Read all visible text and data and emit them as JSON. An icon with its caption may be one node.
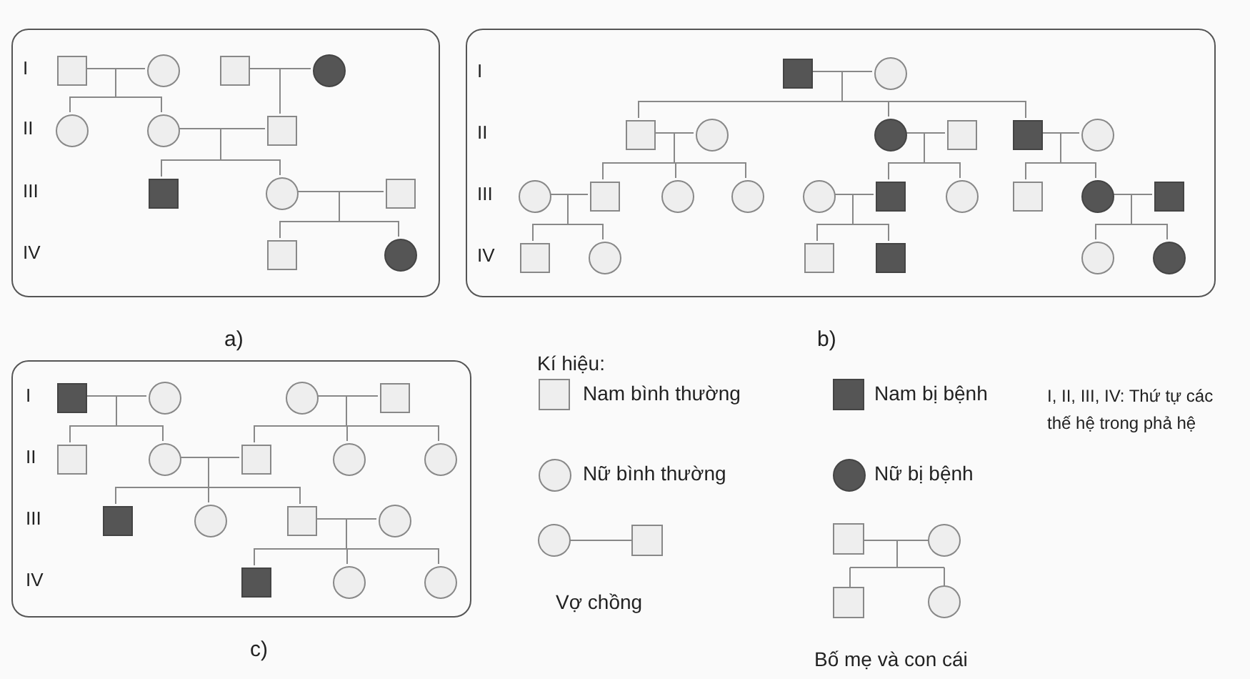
{
  "diagram": {
    "nodes": [
      {
        "text": [
          "I",
          "II",
          "III",
          "IV"
        ],
        "beside": [
          "a)"
        ]
      },
      {
        "text": [],
        "shape": "box",
        "in": 0
      },
      {
        "text": [],
        "shape": "circle",
        "in": 0
      },
      {
        "text": [],
        "shape": "box",
        "in": 0
      },
      {
        "text": [],
        "shape": "circle",
        "in": 0
      },
      {
        "text": [],
        "shape": "circle",
        "in": 0
      },
      {
        "text": [],
        "shape": "circle",
        "in": 0
      },
      {
        "text": [],
        "shape": "box",
        "in": 0
      },
      {
        "text": [],
        "shape": "box",
        "in": 0
      },
      {
        "text": [],
        "shape": "circle",
        "in": 0
      },
      {
        "text": [],
        "shape": "box",
        "in": 0
      },
      {
        "text": [],
        "shape": "box",
        "in": 0
      },
      {
        "text": [],
        "shape": "circle",
        "in": 0
      },
      {
        "text": [
          "I",
          "II",
          "III",
          "IV"
        ],
        "beside": [
          "b)"
        ]
      },
      {
        "text": [],
        "shape": "box",
        "in": 13
      },
      {
        "text": [],
        "shape": "circle",
        "in": 13
      },
      {
        "text": [],
        "shape": "box",
        "in": 13
      },
      {
        "text": [],
        "shape": "circle",
        "in": 13
      },
      {
        "text": [],
        "shape": "circle",
        "in": 13
      },
      {
        "text": [],
        "shape": "box",
        "in": 13
      },
      {
        "text": [],
        "shape": "box",
        "in": 13
      },
      {
        "text": [],
        "shape": "circle",
        "in": 13
      },
      {
        "text": [],
        "shape": "circle",
        "in": 13
      },
      {
        "text": [],
        "shape": "box",
        "in": 13
      },
      {
        "text": [],
        "shape": "circle",
        "in": 13
      },
      {
        "text": [],
        "shape": "circle",
        "in": 13
      },
      {
        "text": [],
        "shape": "circle",
        "in": 13
      },
      {
        "text": [],
        "shape": "box",
        "in": 13
      },
      {
        "text": [],
        "shape": "circle",
        "in": 13
      },
      {
        "text": [],
        "shape": "box",
        "in": 13
      },
      {
        "text": [],
        "shape": "circle",
        "in": 13
      },
      {
        "text": [],
        "shape": "box",
        "in": 13
      },
      {
        "text": [],
        "shape": "box",
        "in": 13
      },
      {
        "text": [],
        "shape": "circle",
        "in": 13
      },
      {
        "text": [],
        "shape": "box",
        "in": 13
      },
      {
        "text": [],
        "shape": "box",
        "in": 13
      },
      {
        "text": [],
        "shape": "circle",
        "in": 13
      },
      {
        "text": [],
        "shape": "circle",
        "in": 13
      },
      {
        "text": [
          "I",
          "II",
          "III",
          "IV"
        ],
        "beside": [
          "c)"
        ]
      },
      {
        "text": [],
        "shape": "box",
        "in": 38
      },
      {
        "text": [],
        "shape": "circle",
        "in": 38
      },
      {
        "text": [],
        "shape": "circle",
        "in": 38
      },
      {
        "text": [],
        "shape": "box",
        "in": 38
      },
      {
        "text": [],
        "shape": "box",
        "in": 38
      },
      {
        "text": [],
        "shape": "circle",
        "in": 38
      },
      {
        "text": [],
        "shape": "box",
        "in": 38
      },
      {
        "text": [],
        "shape": "circle",
        "in": 38
      },
      {
        "text": [],
        "shape": "circle",
        "in": 38
      },
      {
        "text": [],
        "shape": "box",
        "in": 38
      },
      {
        "text": [],
        "shape": "circle",
        "in": 38
      },
      {
        "text": [],
        "shape": "box",
        "in": 38
      },
      {
        "text": [],
        "shape": "circle",
        "in": 38
      },
      {
        "text": [],
        "shape": "box",
        "in": 38
      },
      {
        "text": [],
        "shape": "circle",
        "in": 38
      },
      {
        "text": [],
        "shape": "circle",
        "in": 38
      }
    ],
    "edges": [
      {
        "from": 1,
        "to": 2,
        "arrow": "none"
      },
      {
        "from": 3,
        "to": 4,
        "arrow": "none"
      },
      {
        "from": 1,
        "to": 5,
        "arrow": "none"
      },
      {
        "from": 2,
        "to": 5,
        "arrow": "none"
      },
      {
        "from": 1,
        "to": 6,
        "arrow": "none"
      },
      {
        "from": 2,
        "to": 6,
        "arrow": "none"
      },
      {
        "from": 3,
        "to": 7,
        "arrow": "none"
      },
      {
        "from": 4,
        "to": 7,
        "arrow": "none"
      },
      {
        "from": 6,
        "to": 7,
        "arrow": "none"
      },
      {
        "from": 6,
        "to": 8,
        "arrow": "none"
      },
      {
        "from": 7,
        "to": 8,
        "arrow": "none"
      },
      {
        "from": 6,
        "to": 9,
        "arrow": "none"
      },
      {
        "from": 7,
        "to": 9,
        "arrow": "none"
      },
      {
        "from": 9,
        "to": 10,
        "arrow": "none"
      },
      {
        "from": 9,
        "to": 11,
        "arrow": "none"
      },
      {
        "from": 10,
        "to": 11,
        "arrow": "none"
      },
      {
        "from": 9,
        "to": 12,
        "arrow": "none"
      },
      {
        "from": 10,
        "to": 12,
        "arrow": "none"
      },
      {
        "from": 14,
        "to": 15,
        "arrow": "none"
      },
      {
        "from": 14,
        "to": 16,
        "arrow": "none"
      },
      {
        "from": 15,
        "to": 16,
        "arrow": "none"
      },
      {
        "from": 14,
        "to": 18,
        "arrow": "none"
      },
      {
        "from": 15,
        "to": 18,
        "arrow": "none"
      },
      {
        "from": 14,
        "to": 20,
        "arrow": "none"
      },
      {
        "from": 15,
        "to": 20,
        "arrow": "none"
      },
      {
        "from": 16,
        "to": 17,
        "arrow": "none"
      },
      {
        "from": 18,
        "to": 19,
        "arrow": "none"
      },
      {
        "from": 20,
        "to": 21,
        "arrow": "none"
      },
      {
        "from": 16,
        "to": 23,
        "arrow": "none"
      },
      {
        "from": 17,
        "to": 23,
        "arrow": "none"
      },
      {
        "from": 16,
        "to": 24,
        "arrow": "none"
      },
      {
        "from": 17,
        "to": 24,
        "arrow": "none"
      },
      {
        "from": 16,
        "to": 25,
        "arrow": "none"
      },
      {
        "from": 17,
        "to": 25,
        "arrow": "none"
      },
      {
        "from": 18,
        "to": 27,
        "arrow": "none"
      },
      {
        "from": 19,
        "to": 27,
        "arrow": "none"
      },
      {
        "from": 18,
        "to": 28,
        "arrow": "none"
      },
      {
        "from": 19,
        "to": 28,
        "arrow": "none"
      },
      {
        "from": 20,
        "to": 29,
        "arrow": "none"
      },
      {
        "from": 21,
        "to": 29,
        "arrow": "none"
      },
      {
        "from": 20,
        "to": 30,
        "arrow": "none"
      },
      {
        "from": 21,
        "to": 30,
        "arrow": "none"
      },
      {
        "from": 22,
        "to": 23,
        "arrow": "none"
      },
      {
        "from": 26,
        "to": 27,
        "arrow": "none"
      },
      {
        "from": 30,
        "to": 31,
        "arrow": "none"
      },
      {
        "from": 22,
        "to": 32,
        "arrow": "none"
      },
      {
        "from": 23,
        "to": 32,
        "arrow": "none"
      },
      {
        "from": 22,
        "to": 33,
        "arrow": "none"
      },
      {
        "from": 23,
        "to": 33,
        "arrow": "none"
      },
      {
        "from": 26,
        "to": 34,
        "arrow": "none"
      },
      {
        "from": 27,
        "to": 34,
        "arrow": "none"
      },
      {
        "from": 26,
        "to": 35,
        "arrow": "none"
      },
      {
        "from": 27,
        "to": 35,
        "arrow": "none"
      },
      {
        "from": 30,
        "to": 36,
        "arrow": "none"
      },
      {
        "from": 31,
        "to": 36,
        "arrow": "none"
      },
      {
        "from": 30,
        "to": 37,
        "arrow": "none"
      },
      {
        "from": 31,
        "to": 37,
        "arrow": "none"
      },
      {
        "from": 39,
        "to": 40,
        "arrow": "none"
      },
      {
        "from": 41,
        "to": 42,
        "arrow": "none"
      },
      {
        "from": 39,
        "to": 43,
        "arrow": "none"
      },
      {
        "from": 40,
        "to": 43,
        "arrow": "none"
      },
      {
        "from": 39,
        "to": 44,
        "arrow": "none"
      },
      {
        "from": 40,
        "to": 44,
        "arrow": "none"
      },
      {
        "from": 41,
        "to": 45,
        "arrow": "none"
      },
      {
        "from": 42,
        "to": 45,
        "arrow": "none"
      },
      {
        "from": 41,
        "to": 46,
        "arrow": "none"
      },
      {
        "from": 42,
        "to": 46,
        "arrow": "none"
      },
      {
        "from": 41,
        "to": 47,
        "arrow": "none"
      },
      {
        "from": 42,
        "to": 47,
        "arrow": "none"
      },
      {
        "from": 44,
        "to": 45,
        "arrow": "none"
      },
      {
        "from": 44,
        "to": 48,
        "arrow": "none"
      },
      {
        "from": 45,
        "to": 48,
        "arrow": "none"
      },
      {
        "from": 44,
        "to": 49,
        "arrow": "none"
      },
      {
        "from": 45,
        "to": 49,
        "arrow": "none"
      },
      {
        "from": 44,
        "to": 50,
        "arrow": "none"
      },
      {
        "from": 45,
        "to": 50,
        "arrow": "none"
      },
      {
        "from": 50,
        "to": 51,
        "arrow": "none"
      },
      {
        "from": 50,
        "to": 52,
        "arrow": "none"
      },
      {
        "from": 51,
        "to": 52,
        "arrow": "none"
      },
      {
        "from": 50,
        "to": 53,
        "arrow": "none"
      },
      {
        "from": 51,
        "to": 53,
        "arrow": "none"
      },
      {
        "from": 50,
        "to": 54,
        "arrow": "none"
      },
      {
        "from": 51,
        "to": 54,
        "arrow": "none"
      }
    ],
    "labels": [
      "Kí hiệu:",
      "I, II, III, IV: Thứ tự các thế hệ trong phả hệ"
    ],
    "legend": [
      {
        "text": "Nam bình thường"
      },
      {
        "text": "Nam bị bệnh"
      },
      {
        "text": "Nữ bình thường"
      },
      {
        "text": "Nữ bị bệnh"
      },
      {
        "text": "Vợ chồng"
      },
      {
        "text": "Bố mẹ và con cái"
      }
    ]
  }
}
